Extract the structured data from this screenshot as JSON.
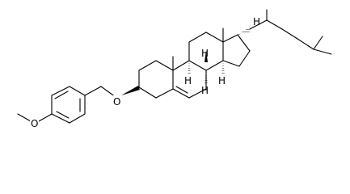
{
  "molecule": {
    "atoms": {
      "ether_oxygen": "O",
      "methoxy_oxygen": "O",
      "c19_hydrogen": "H",
      "c9_hydrogen": "H",
      "c14_hydrogen": "H",
      "c8_hydrogen": "H",
      "c17_hydrogen": "H"
    }
  }
}
